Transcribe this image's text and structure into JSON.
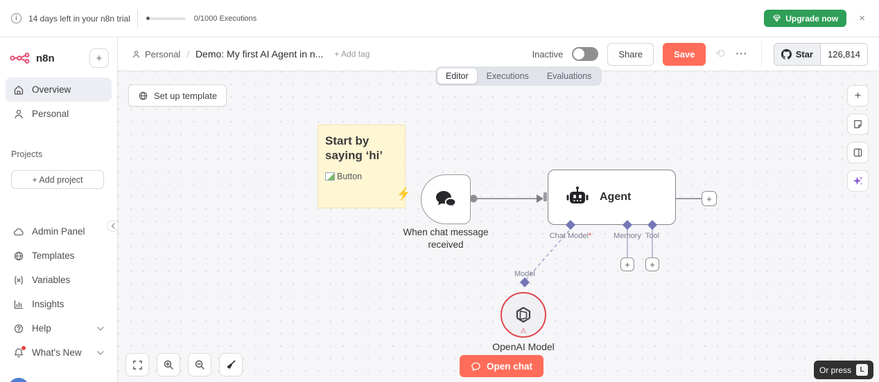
{
  "colors": {
    "accent": "#ff6d5a",
    "green": "#2f9e56",
    "purple": "#7377b6",
    "error": "#e0474e",
    "sticky_bg": "#fff6d4"
  },
  "banner": {
    "trial_text": "14 days left in your n8n trial",
    "executions_text": "0/1000 Executions",
    "progress": {
      "current": 0,
      "total": 1000
    },
    "upgrade_label": "Upgrade now",
    "close": "×"
  },
  "sidebar": {
    "logo_text": "n8n",
    "add_button": "+",
    "items_top": [
      {
        "label": "Overview",
        "icon": "home-icon",
        "active": true
      },
      {
        "label": "Personal",
        "icon": "person-icon",
        "active": false
      }
    ],
    "projects_label": "Projects",
    "add_project_label": "+ Add project",
    "items": [
      {
        "label": "Admin Panel",
        "icon": "cloud-icon"
      },
      {
        "label": "Templates",
        "icon": "globe-icon"
      },
      {
        "label": "Variables",
        "icon": "variables-icon"
      },
      {
        "label": "Insights",
        "icon": "chart-icon"
      },
      {
        "label": "Help",
        "icon": "help-icon",
        "chevron": true
      },
      {
        "label": "What's New",
        "icon": "bell-icon",
        "chevron": true,
        "badge": true
      }
    ]
  },
  "header": {
    "breadcrumb_root": "Personal",
    "separator": "/",
    "workflow_title": "Demo: My first AI Agent in n...",
    "add_tag": "+ Add tag",
    "status": "Inactive",
    "share": "Share",
    "save": "Save",
    "more": "⋯",
    "github_star": {
      "label": "Star",
      "count": "126,814"
    }
  },
  "tabs": {
    "editor": "Editor",
    "executions": "Executions",
    "evaluations": "Evaluations"
  },
  "canvas": {
    "setup_template": "Set up template",
    "plus": "+",
    "sticky_note": {
      "title": "Start by saying ‘hi’",
      "image_alt": "Button"
    },
    "trigger_label": "When chat message received",
    "agent": {
      "label": "Agent",
      "chat_model_label": "Chat Model",
      "chat_model_required": "*",
      "memory_label": "Memory",
      "tool_label": "Tool"
    },
    "model": {
      "connector_label": "Model",
      "label": "OpenAI Model"
    },
    "open_chat": "Open chat",
    "hint": {
      "text": "Or press",
      "key": "L"
    }
  }
}
